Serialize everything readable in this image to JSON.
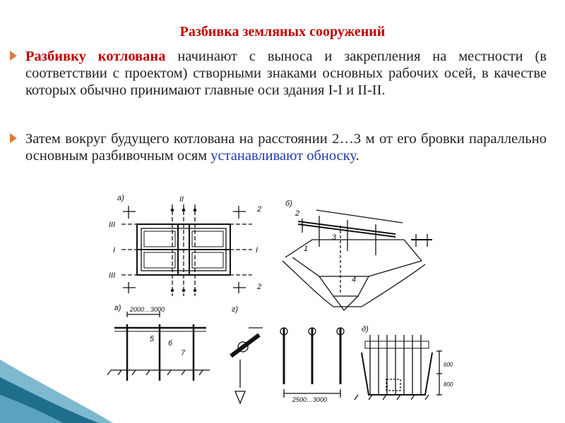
{
  "slide": {
    "title": "Разбивка земляных сооружений",
    "p1": {
      "lead": "Разбивку котлована",
      "rest": " начинают с выноса и закрепления на местности (в соответствии с проектом) створными знаками основных рабочих осей, в качестве которых обычно принимают главные оси здания I-I и II-II."
    },
    "p2": {
      "text": "Затем вокруг будущего котлована на расстоянии 2…3 м от его бровки параллельно основным разбивочным осям ",
      "link": "устанавливают обноску",
      "end": "."
    }
  },
  "figure": {
    "labels": {
      "a": "а)",
      "b": "б)",
      "v": "в)",
      "g": "г)",
      "d": "д)",
      "axis_I": "I",
      "axis_II": "II",
      "axis_III": "III",
      "n1": "1",
      "n2": "2",
      "n3": "3",
      "n4": "4",
      "n5": "5",
      "n6": "6",
      "n7": "7",
      "dim1": "2000…3000",
      "dim2": "2500…3000",
      "dim3": "600",
      "dim4": "800"
    }
  },
  "colors": {
    "title": "#c00000",
    "link": "#1f3aa8",
    "bullet": "#e07b39",
    "wave_dark": "#1f6e8c",
    "wave_light": "#7fb9cf"
  }
}
